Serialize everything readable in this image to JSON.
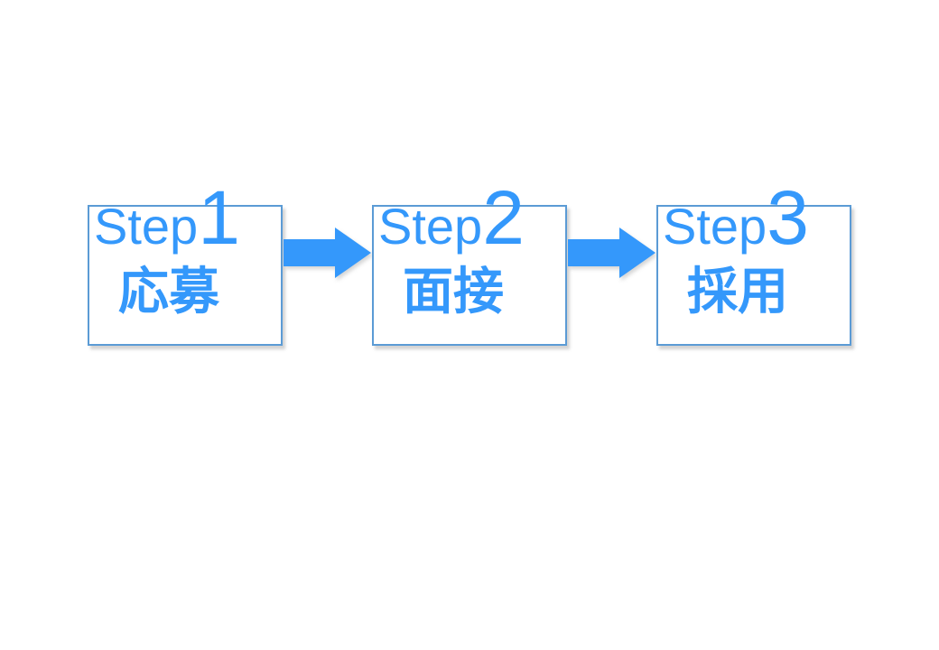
{
  "slide": {
    "background_color": "#ffffff",
    "colors": {
      "accent_blue": "#3498FB",
      "border_blue": "#5B9BD5",
      "shadow_gray": "rgba(130,130,130,0.35)"
    },
    "steps": [
      {
        "prefix": "Step",
        "number": "1",
        "title": "応募"
      },
      {
        "prefix": "Step",
        "number": "2",
        "title": "面接"
      },
      {
        "prefix": "Step",
        "number": "3",
        "title": "採用"
      }
    ],
    "arrows": {
      "count": 2,
      "direction": "right"
    }
  }
}
